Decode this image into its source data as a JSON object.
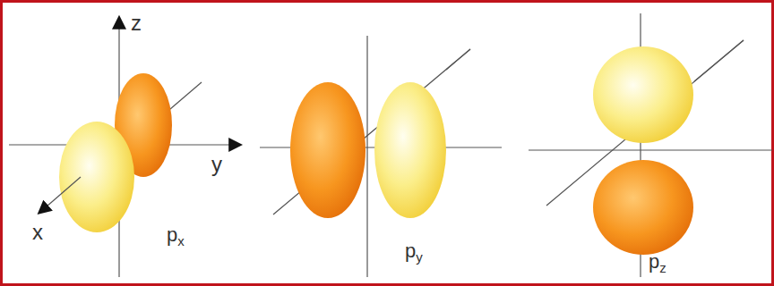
{
  "diagram": {
    "labels": [
      "z",
      "y",
      "x",
      "px",
      "py",
      "pz"
    ]
  }
}
